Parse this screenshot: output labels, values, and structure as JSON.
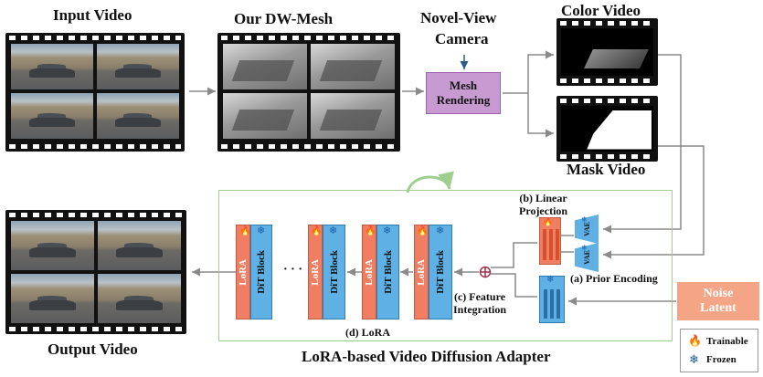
{
  "labels": {
    "input_video": "Input Video",
    "dw_mesh": "Our DW-Mesh",
    "novel_view": "Novel-View",
    "camera": "Camera",
    "mesh_rendering": "Mesh Rendering",
    "color_video": "Color Video",
    "mask_video": "Mask Video",
    "output_video": "Output Video",
    "linear_projection_1": "(b) Linear",
    "linear_projection_2": "Projection",
    "feature_integration_1": "(c) Feature",
    "feature_integration_2": "Integration",
    "prior_encoding": "(a) Prior Encoding",
    "lora_section": "(d) LoRA",
    "adapter_title": "LoRA-based Video Diffusion Adapter",
    "noise_latent": "Noise Latent",
    "trainable": "Trainable",
    "frozen": "Frozen",
    "lora": "LoRA",
    "dit_block": "DiT Block",
    "vae": "VAE",
    "ellipsis": "· · ·"
  },
  "colors": {
    "lora_red": "#f07e63",
    "dit_blue": "#5fb0e4",
    "mesh_render_purple": "#c89ad2",
    "noise_orange": "#f4a586",
    "adapter_border": "#9fcf8f",
    "arrow_gray": "#8a8a8a"
  },
  "icons": {
    "trainable": "flame-icon",
    "frozen": "snowflake-icon"
  }
}
